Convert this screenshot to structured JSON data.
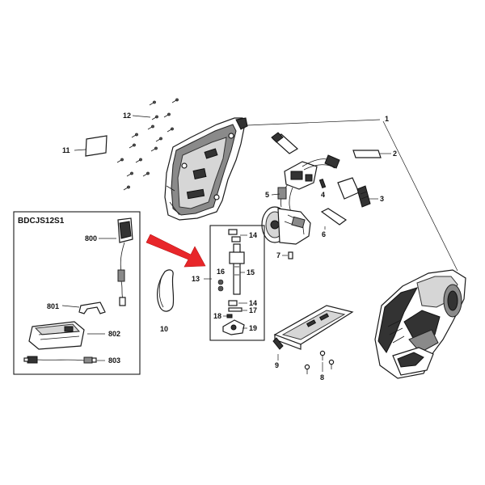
{
  "kit": {
    "title": "BDCJS12S1"
  },
  "labels": {
    "p1": "1",
    "p2": "2",
    "p3": "3",
    "p4": "4",
    "p5": "5",
    "p6": "6",
    "p7": "7",
    "p8": "8",
    "p9": "9",
    "p10": "10",
    "p11": "11",
    "p12": "12",
    "p13": "13",
    "p14a": "14",
    "p14b": "14",
    "p15": "15",
    "p16": "16",
    "p17": "17",
    "p18": "18",
    "p19": "19",
    "p800": "800",
    "p801": "801",
    "p802": "802",
    "p803": "803"
  },
  "colors": {
    "arrow": "#e8262a",
    "ink": "#1a1a1a"
  },
  "icons": [
    "red-pointer-arrow"
  ]
}
